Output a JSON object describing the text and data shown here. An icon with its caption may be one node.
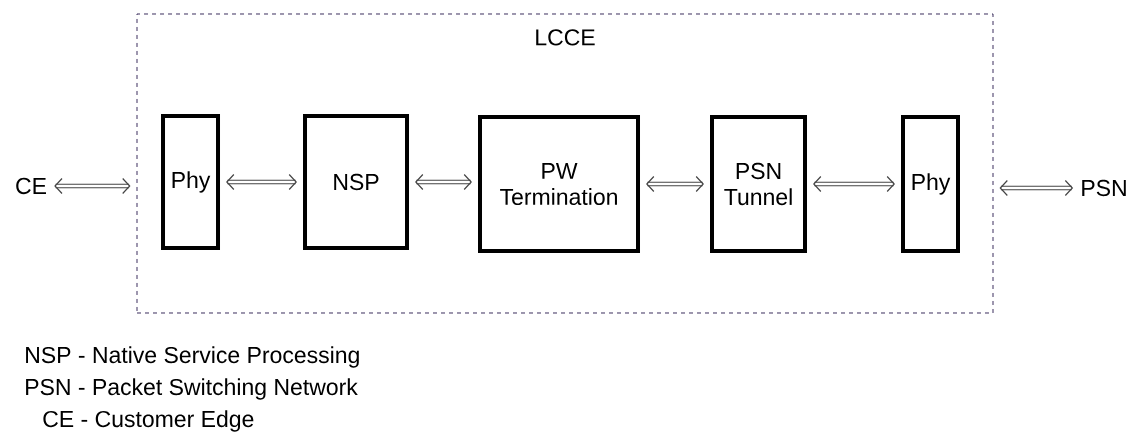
{
  "diagram": {
    "nodes": [
      {
        "text": [
          "LCCE"
        ]
      },
      {
        "text": [
          "CE"
        ]
      },
      {
        "text": [
          "Phy"
        ],
        "in": 0
      },
      {
        "text": [
          "NSP"
        ],
        "in": 0
      },
      {
        "text": [
          "PW Termination"
        ],
        "in": 0
      },
      {
        "text": [
          "PSN Tunnel"
        ],
        "in": 0
      },
      {
        "text": [
          "Phy"
        ],
        "in": 0
      },
      {
        "text": [
          "PSN"
        ]
      }
    ],
    "edges": [
      {
        "from": 1,
        "to": 0,
        "arrow": "both"
      },
      {
        "from": 2,
        "to": 3,
        "arrow": "both"
      },
      {
        "from": 3,
        "to": 4,
        "arrow": "both"
      },
      {
        "from": 4,
        "to": 5,
        "arrow": "both"
      },
      {
        "from": 5,
        "to": 6,
        "arrow": "both"
      },
      {
        "from": 0,
        "to": 7,
        "arrow": "both"
      }
    ],
    "labels": [
      "NSP - Native Service Processing",
      "PSN - Packet Switching Network",
      "CE - Customer Edge"
    ]
  }
}
